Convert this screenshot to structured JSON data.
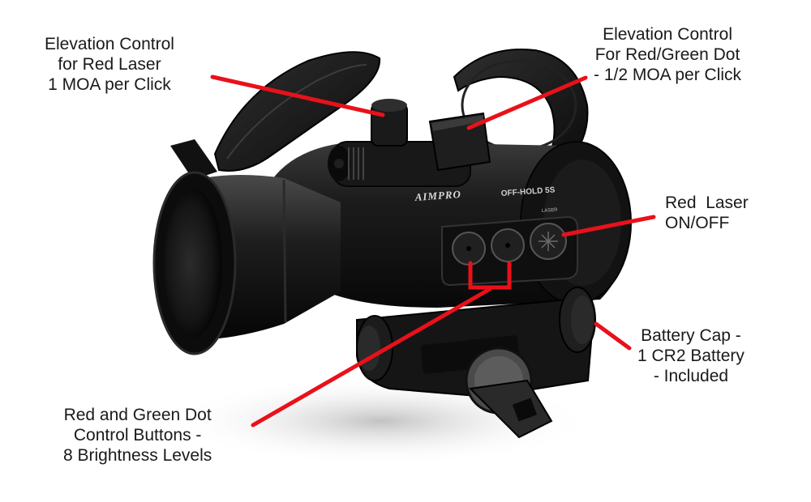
{
  "callouts": {
    "elevation_laser": [
      "Elevation Control",
      "for Red Laser",
      "1 MOA per Click"
    ],
    "elevation_dot": [
      "Elevation Control",
      "For Red/Green Dot",
      "- 1/2 MOA per Click"
    ],
    "laser_onoff": [
      "Red  Laser",
      "ON/OFF"
    ],
    "battery": [
      "Battery Cap -",
      "1 CR2 Battery",
      "- Included"
    ],
    "buttons": [
      "Red and Green Dot",
      "Control Buttons -",
      "8 Brightness Levels"
    ]
  },
  "product_markings": {
    "brand": "AIMPRO",
    "model": "OFF-HOLD 5S",
    "laser_label": "LASER"
  },
  "colors": {
    "pointer": "#e8111a",
    "body": "#141414",
    "background": "#ffffff"
  }
}
